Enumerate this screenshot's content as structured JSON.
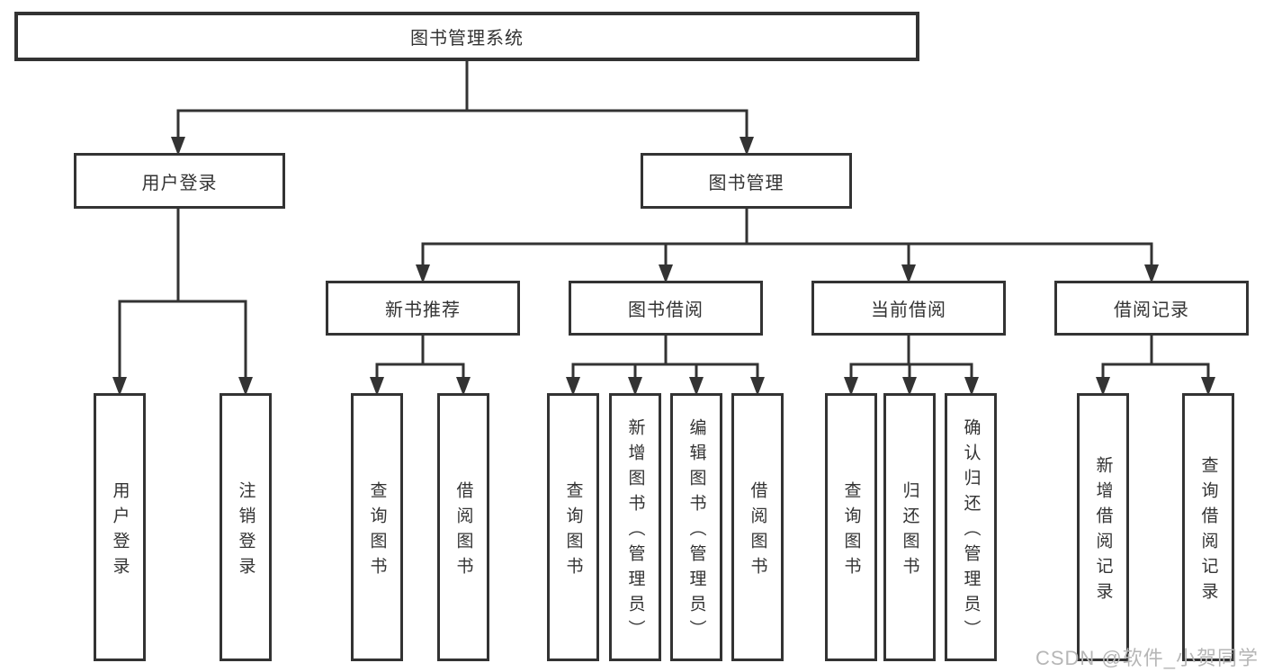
{
  "colors": {
    "line": "#333333",
    "box_border": "#333333",
    "text": "#333333",
    "background": "#ffffff",
    "watermark": "#b6b6b6"
  },
  "watermark": {
    "text": "CSDN @软件_小贺同学"
  },
  "tree": {
    "root": {
      "label": "图书管理系统"
    },
    "branches": [
      {
        "label": "用户登录",
        "children": [
          {
            "label": "用户登录"
          },
          {
            "label": "注销登录"
          }
        ]
      },
      {
        "label": "图书管理",
        "groups": [
          {
            "label": "新书推荐",
            "children": [
              {
                "label": "查询图书"
              },
              {
                "label": "借阅图书"
              }
            ]
          },
          {
            "label": "图书借阅",
            "children": [
              {
                "label": "查询图书"
              },
              {
                "label": "新增图书（管理员）"
              },
              {
                "label": "编辑图书（管理员）"
              },
              {
                "label": "借阅图书"
              }
            ]
          },
          {
            "label": "当前借阅",
            "children": [
              {
                "label": "查询图书"
              },
              {
                "label": "归还图书"
              },
              {
                "label": "确认归还（管理员）"
              }
            ]
          },
          {
            "label": "借阅记录",
            "children": [
              {
                "label": "新增借阅记录"
              },
              {
                "label": "查询借阅记录"
              }
            ]
          }
        ]
      }
    ]
  }
}
